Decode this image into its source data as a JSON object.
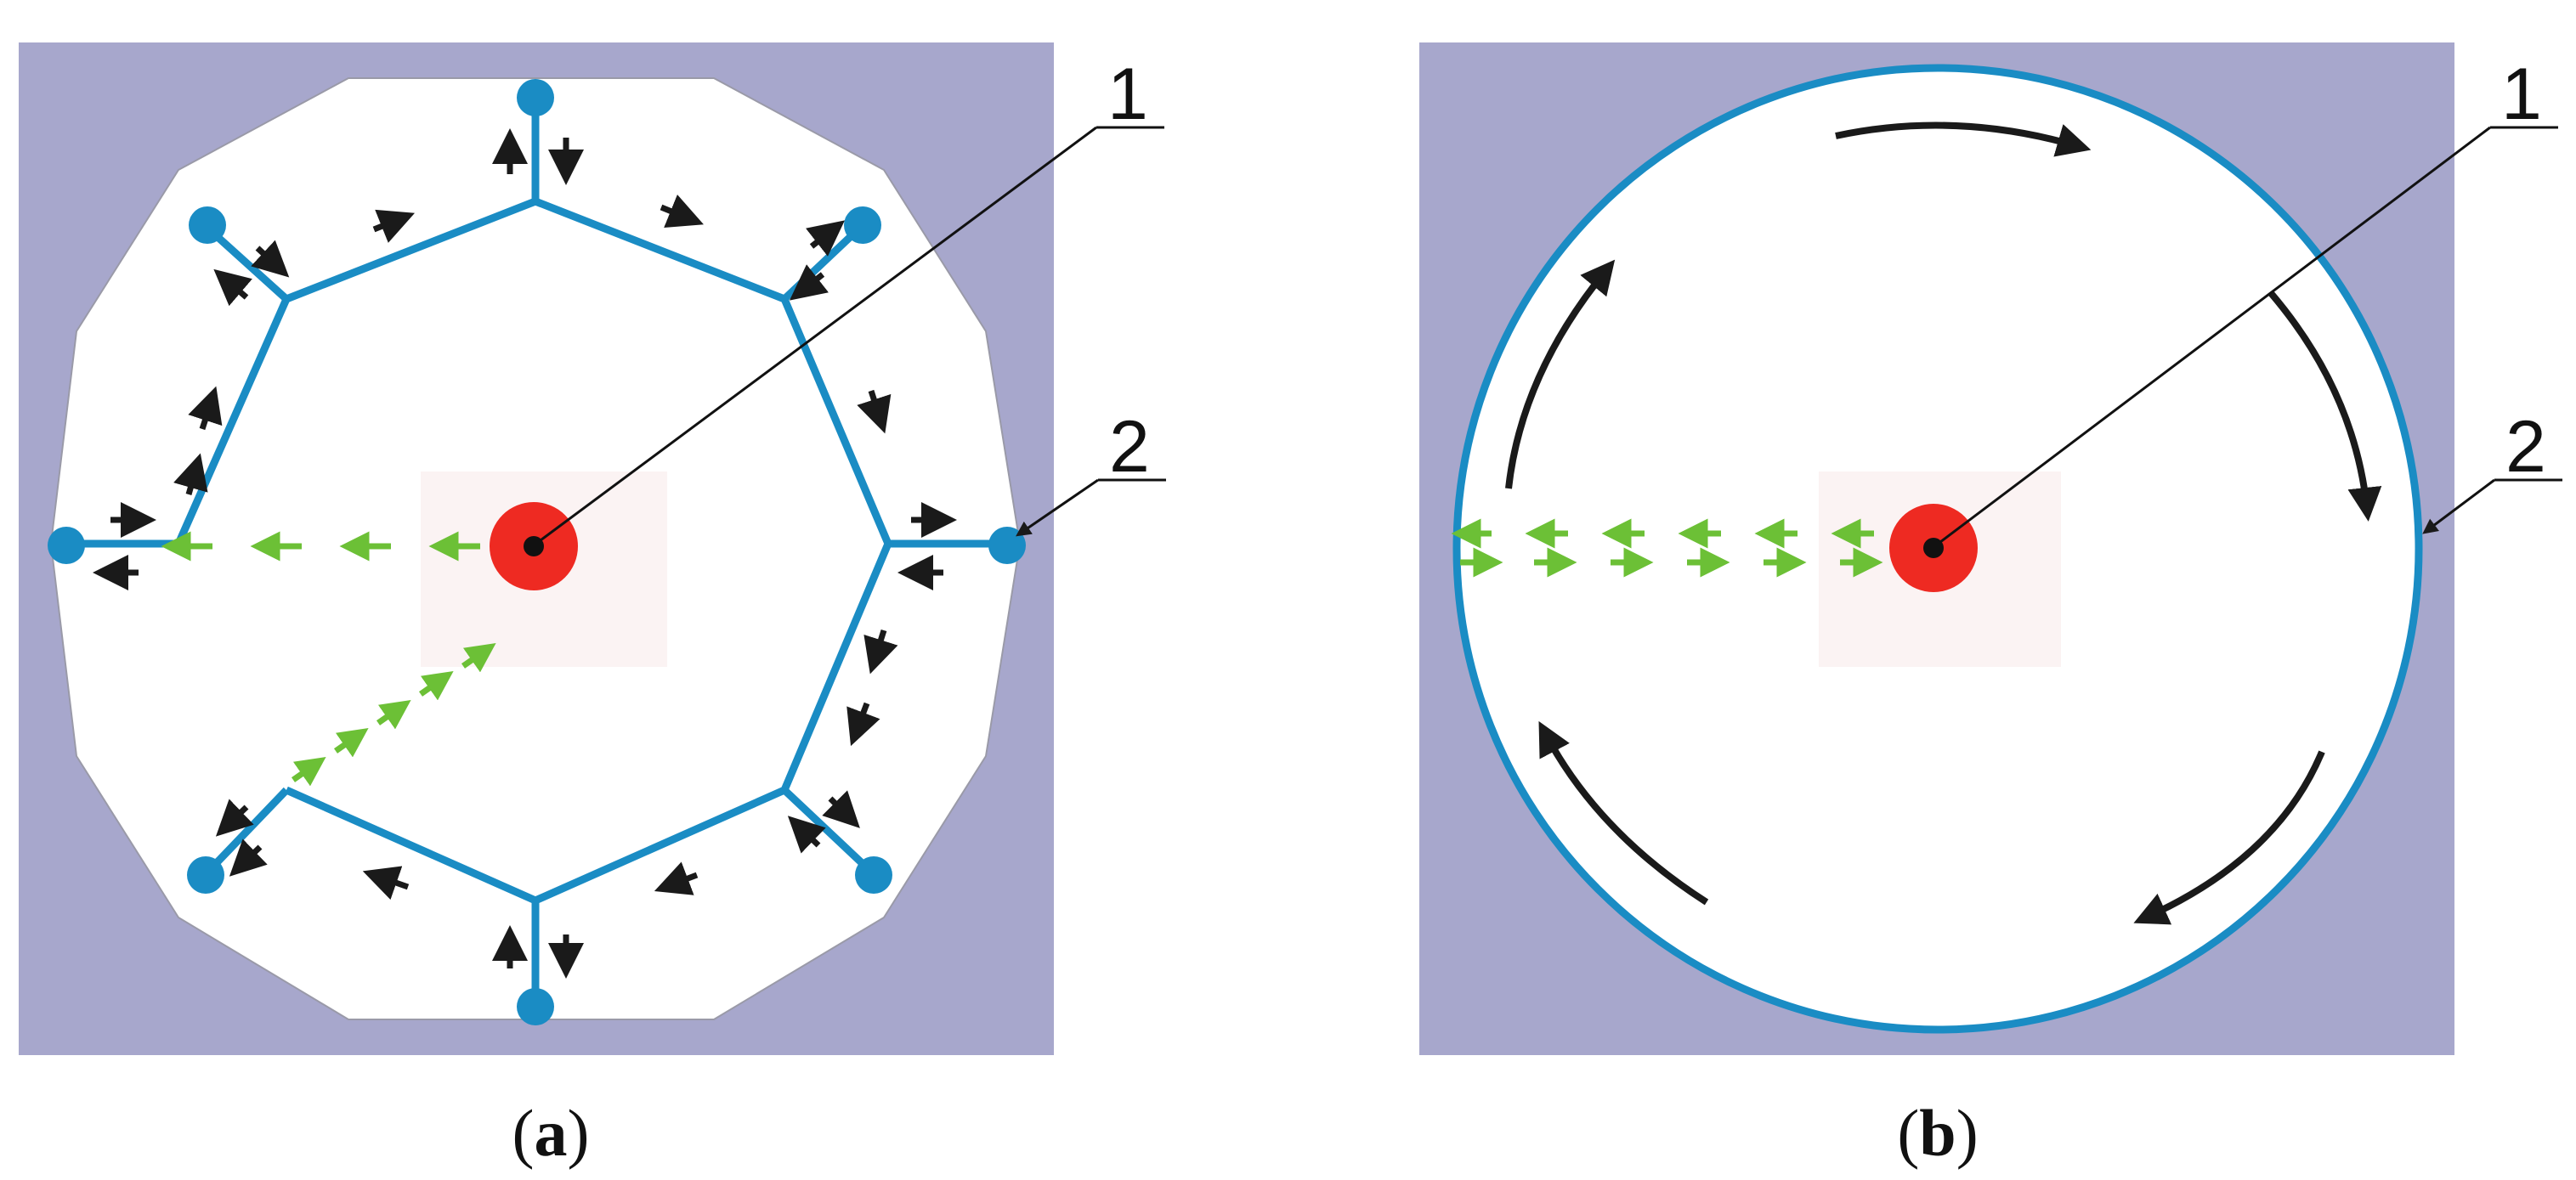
{
  "panels": [
    {
      "id": "a",
      "caption_open": "(",
      "caption_letter": "a",
      "caption_close": ")",
      "callouts": [
        "1",
        "2"
      ]
    },
    {
      "id": "b",
      "caption_open": "(",
      "caption_letter": "b",
      "caption_close": ")",
      "callouts": [
        "1",
        "2"
      ]
    }
  ],
  "colors": {
    "background_block": "#a7a7cc",
    "pipe": "#1a8cc4",
    "node": "#1a8cc4",
    "source_outer": "#ee2a22",
    "source_inner": "#111111",
    "flow_arrow": "#1a1a1a",
    "signal_arrow": "#6cc036"
  }
}
